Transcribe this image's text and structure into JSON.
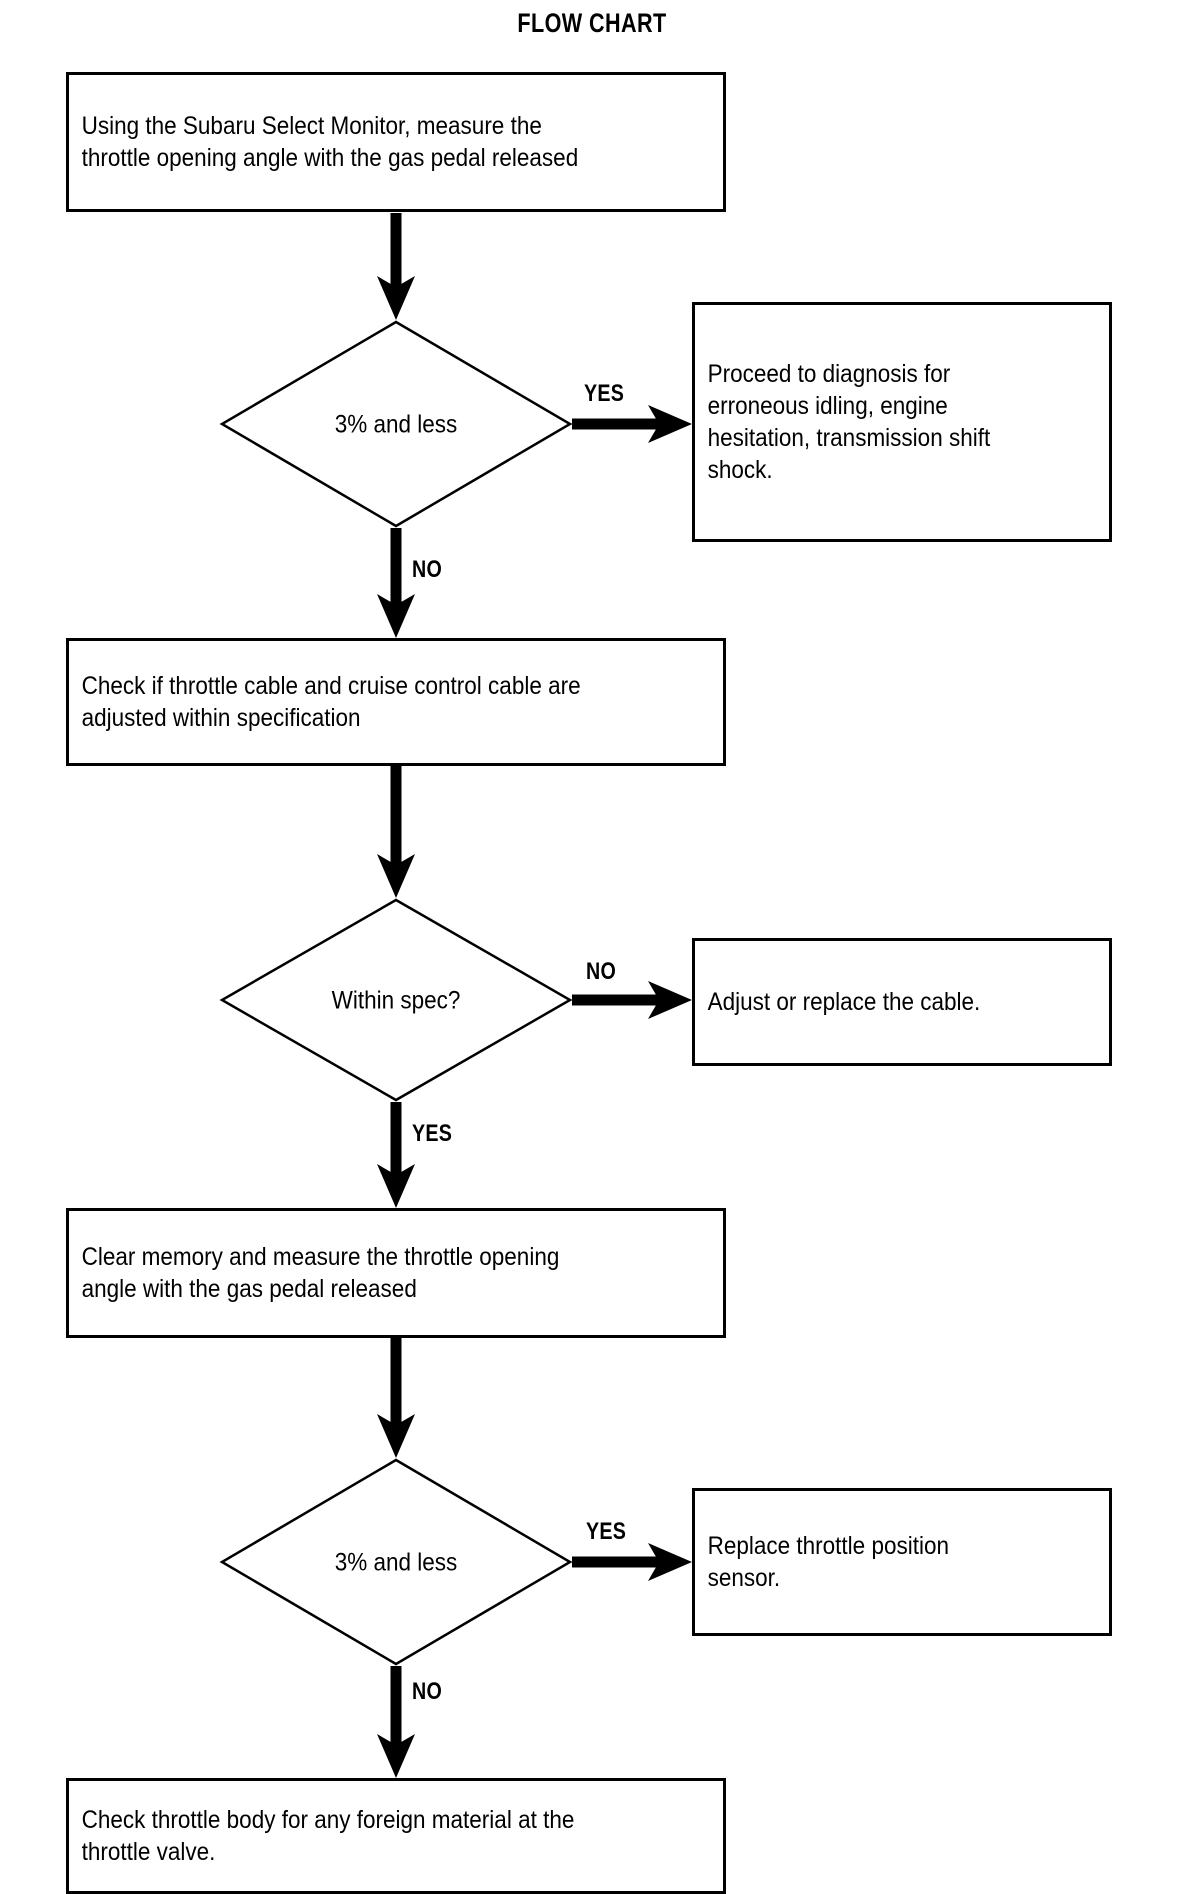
{
  "title": "FLOW CHART",
  "diagram": {
    "type": "flowchart",
    "orientation": "top-to-bottom",
    "nodes": [
      {
        "id": "n1",
        "shape": "process",
        "text": "Using the Subaru Select Monitor, measure the\nthrottle opening angle with the gas pedal released"
      },
      {
        "id": "n2",
        "shape": "decision",
        "text": "3% and less"
      },
      {
        "id": "n3",
        "shape": "process",
        "text": "Proceed to diagnosis for\nerroneous idling,  engine\nhesitation,  transmission shift\nshock."
      },
      {
        "id": "n4",
        "shape": "process",
        "text": "Check if throttle cable and cruise control cable are\nadjusted within specification"
      },
      {
        "id": "n5",
        "shape": "decision",
        "text": "Within spec?"
      },
      {
        "id": "n6",
        "shape": "process",
        "text": "Adjust or replace the cable."
      },
      {
        "id": "n7",
        "shape": "process",
        "text": "Clear memory and measure the throttle opening\nangle with the gas pedal released"
      },
      {
        "id": "n8",
        "shape": "decision",
        "text": "3% and less"
      },
      {
        "id": "n9",
        "shape": "process",
        "text": "Replace throttle position\nsensor."
      },
      {
        "id": "n10",
        "shape": "process",
        "text": "Check throttle body for any foreign material at the\nthrottle valve."
      }
    ],
    "edges": [
      {
        "id": "e1",
        "from": "n1",
        "to": "n2",
        "label": "",
        "direction": "down"
      },
      {
        "id": "e2",
        "from": "n2",
        "to": "n3",
        "label": "YES",
        "direction": "right"
      },
      {
        "id": "e3",
        "from": "n2",
        "to": "n4",
        "label": "NO",
        "direction": "down"
      },
      {
        "id": "e4",
        "from": "n4",
        "to": "n5",
        "label": "",
        "direction": "down"
      },
      {
        "id": "e5",
        "from": "n5",
        "to": "n6",
        "label": "NO",
        "direction": "right"
      },
      {
        "id": "e6",
        "from": "n5",
        "to": "n7",
        "label": "YES",
        "direction": "down"
      },
      {
        "id": "e7",
        "from": "n7",
        "to": "n8",
        "label": "",
        "direction": "down"
      },
      {
        "id": "e8",
        "from": "n8",
        "to": "n9",
        "label": "YES",
        "direction": "right"
      },
      {
        "id": "e9",
        "from": "n8",
        "to": "n10",
        "label": "NO",
        "direction": "down"
      }
    ]
  },
  "colors": {
    "stroke": "#000000",
    "fill": "#ffffff",
    "text": "#000000"
  }
}
